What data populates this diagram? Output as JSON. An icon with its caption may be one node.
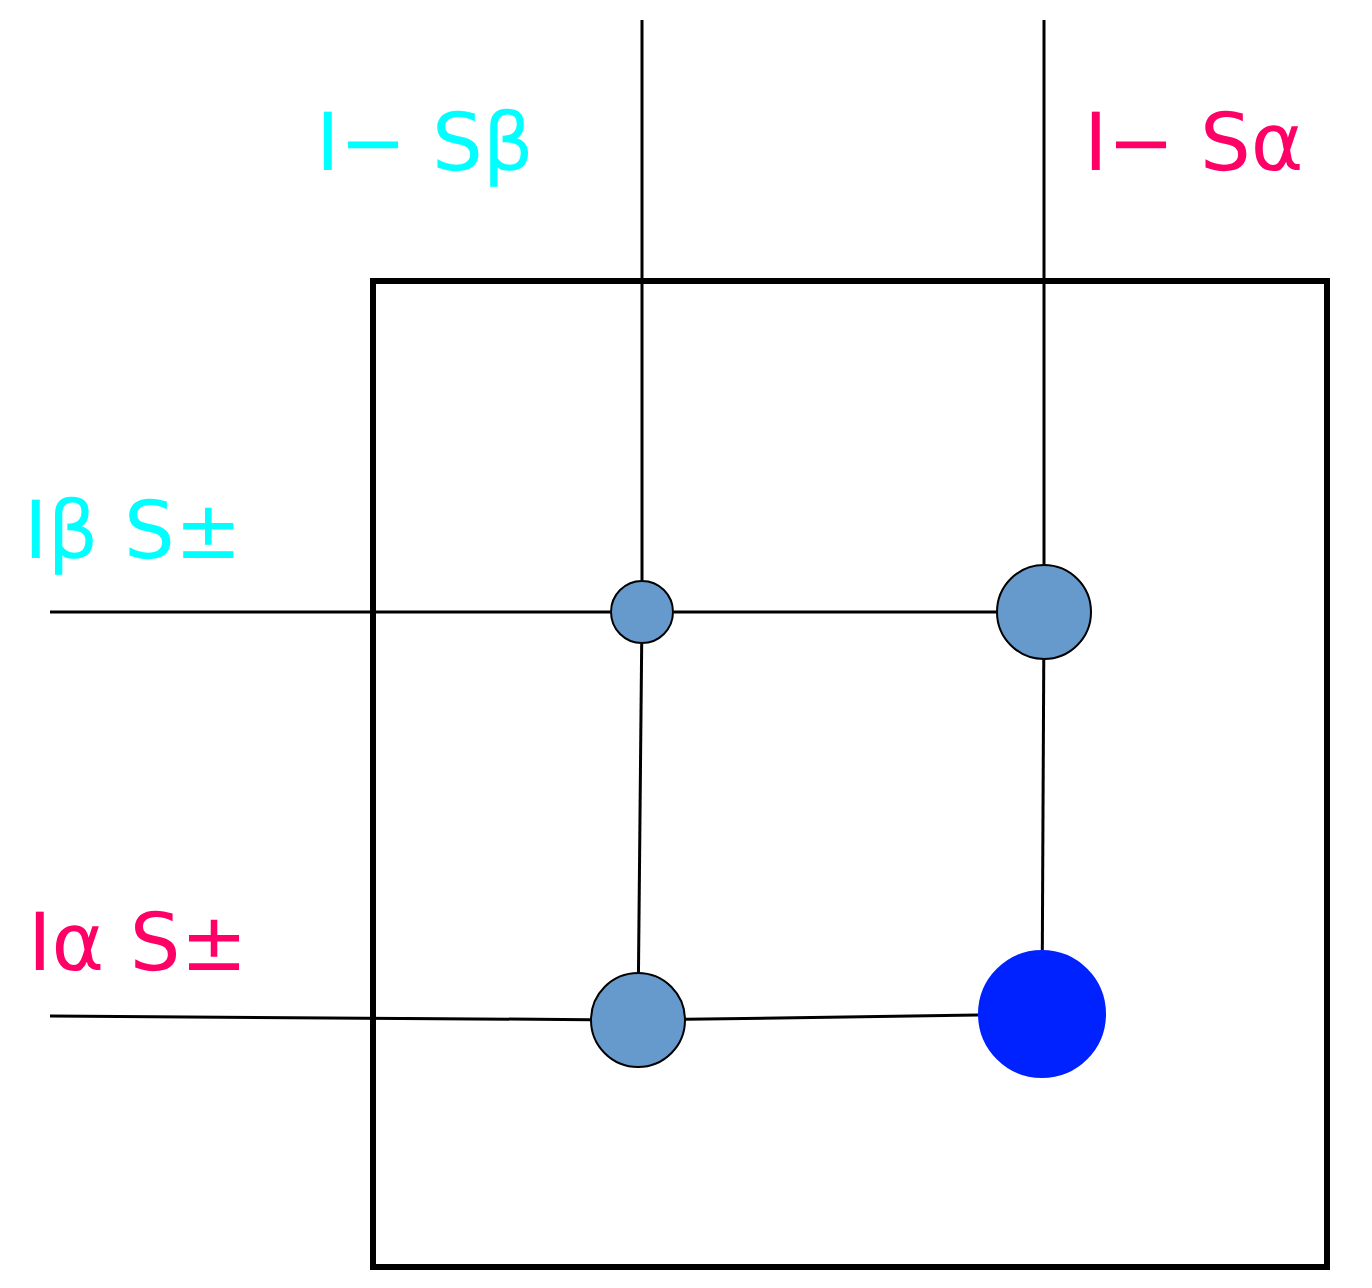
{
  "diagram": {
    "nodes": [
      {
        "text": [],
        "shape": "box"
      },
      {
        "text": [],
        "shape": "circle",
        "in": 0
      },
      {
        "text": [],
        "shape": "circle",
        "in": 0
      },
      {
        "text": [],
        "shape": "circle",
        "in": 0
      },
      {
        "text": [],
        "shape": "circle",
        "in": 0
      }
    ],
    "edges": [
      {
        "from": null,
        "to": 1,
        "arrow": "none"
      },
      {
        "from": 1,
        "to": 3,
        "arrow": "none"
      },
      {
        "from": null,
        "to": 2,
        "arrow": "none"
      },
      {
        "from": 2,
        "to": 4,
        "arrow": "none"
      },
      {
        "from": null,
        "to": 1,
        "arrow": "none"
      },
      {
        "from": 1,
        "to": 2,
        "arrow": "none"
      },
      {
        "from": null,
        "to": 3,
        "arrow": "none"
      },
      {
        "from": 3,
        "to": 4,
        "arrow": "none"
      }
    ],
    "labels": [
      "I− Sβ",
      "I− Sα",
      "Iβ S±",
      "Iα S±"
    ]
  }
}
